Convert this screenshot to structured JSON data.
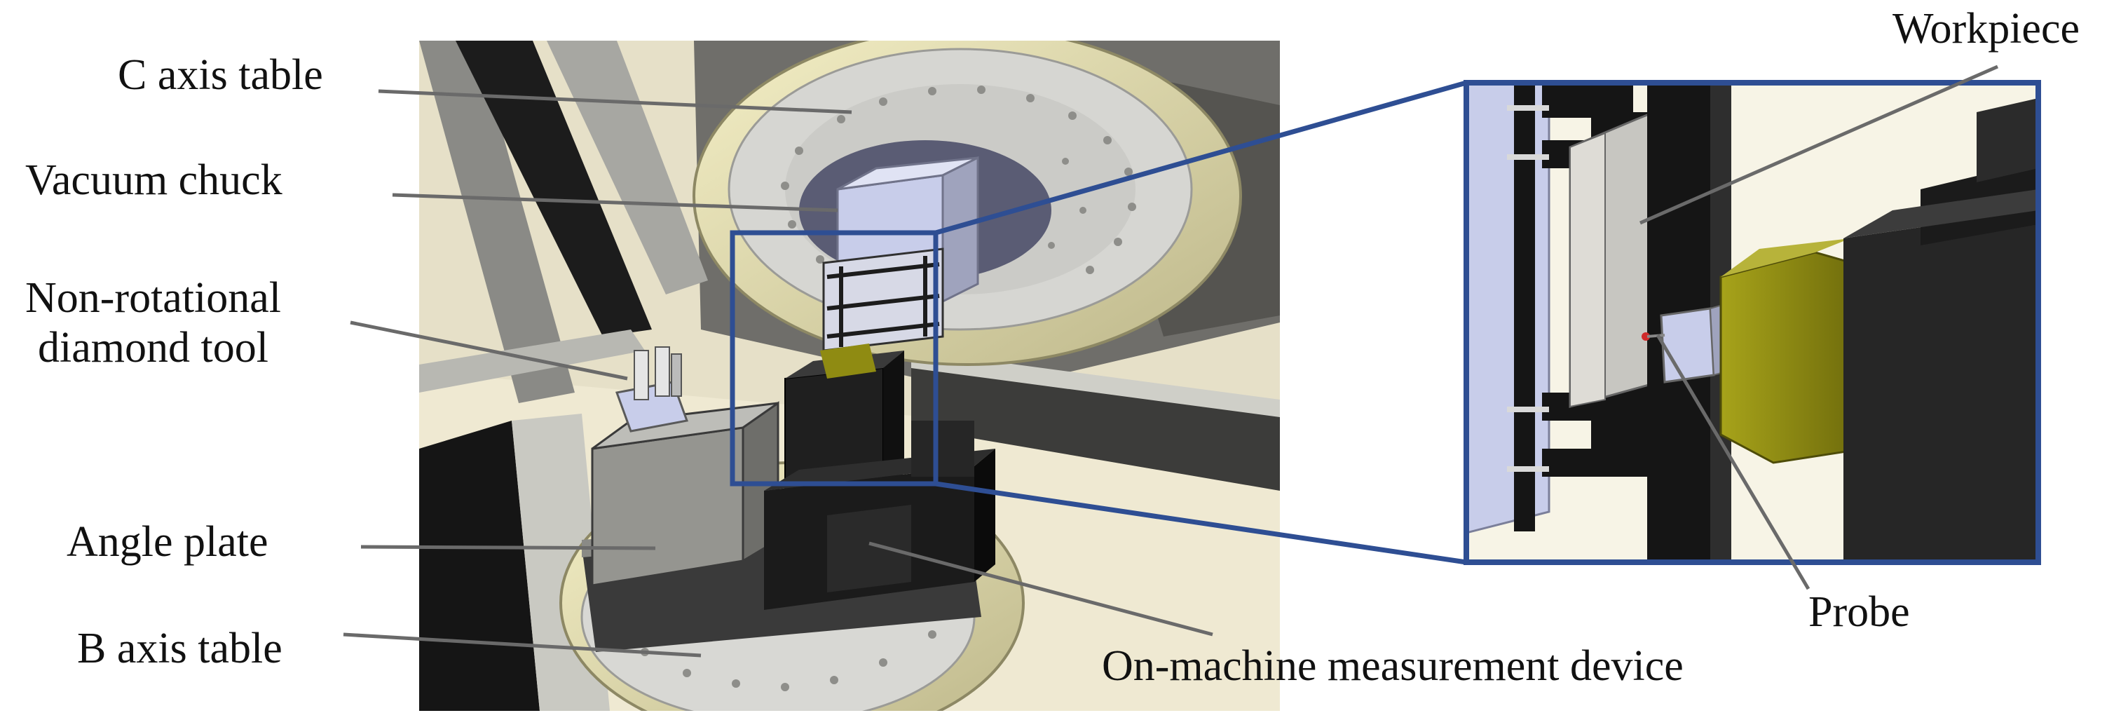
{
  "labels": {
    "c_axis_table": "C axis table",
    "vacuum_chuck": "Vacuum chuck",
    "non_rotational_tool_line1": "Non-rotational",
    "non_rotational_tool_line2": "diamond tool",
    "angle_plate": "Angle plate",
    "b_axis_table": "B axis table",
    "on_machine_measurement_device": "On-machine measurement device",
    "workpiece": "Workpiece",
    "probe": "Probe"
  },
  "colors": {
    "frame_blue": "#2e4e93",
    "floor_cream": "#f1ecd5",
    "machine_gray": "#a9a9a4",
    "chuck_lavender": "#c8cdea",
    "olive_sensor": "#8f8b12",
    "dark_block": "#1c1c1c",
    "table_ring": "#ece6b6"
  }
}
